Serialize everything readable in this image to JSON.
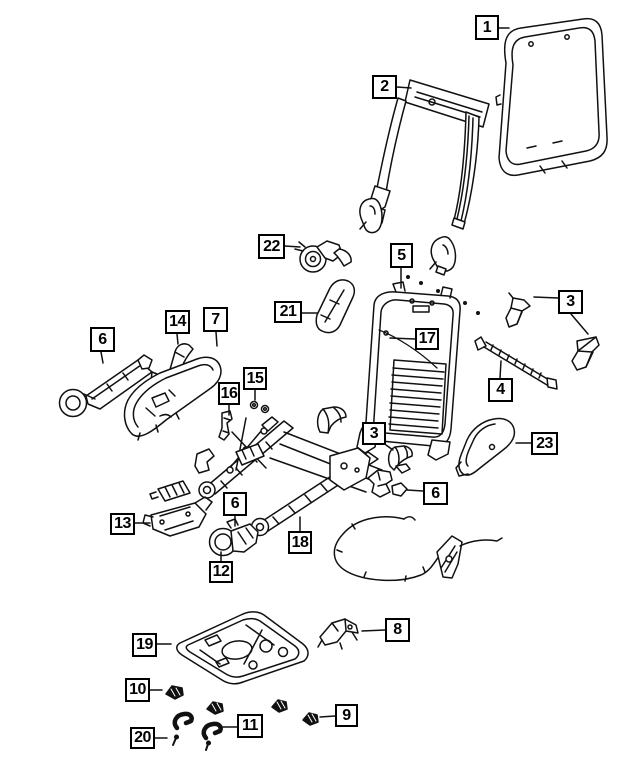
{
  "page": {
    "background": "#ffffff",
    "ink": "#111111",
    "box_border": "#000000"
  },
  "figure": {
    "kind": "exploded-parts-diagram"
  },
  "art_legend": {
    "1": "seat-back-trim-panel-art",
    "2": "seat-back-frame-upper-art",
    "3": "bracket-and-cover-art",
    "4": "crossbar-rod-art",
    "5": "seat-back-frame-art",
    "6": "support-bracket-art",
    "7": "side-trim-shield-art",
    "8": "mounting-bracket-art",
    "9": "cable-clip-art",
    "10": "retainer-clip-art",
    "11": "hook-bracket-art",
    "12": "recliner-handle-art",
    "13": "module-with-bracket-art",
    "14": "small-bracket-art",
    "15": "nuts-art",
    "16": "bracket-art",
    "17": "lumbar-wire-art",
    "18": "seat-adjuster-track-art",
    "19": "seat-cushion-pan-art",
    "20": "screw-art",
    "21": "side-shield-left-art",
    "22": "motor-actuator-art",
    "23": "side-shield-right-art"
  },
  "callouts": [
    {
      "id": "callout-1",
      "label": "1"
    },
    {
      "id": "callout-2",
      "label": "2"
    },
    {
      "id": "callout-22",
      "label": "22"
    },
    {
      "id": "callout-5",
      "label": "5"
    },
    {
      "id": "callout-21",
      "label": "21"
    },
    {
      "id": "callout-17",
      "label": "17"
    },
    {
      "id": "callout-3-upper-right",
      "label": "3"
    },
    {
      "id": "callout-4",
      "label": "4"
    },
    {
      "id": "callout-23",
      "label": "23"
    },
    {
      "id": "callout-6-left",
      "label": "6"
    },
    {
      "id": "callout-14",
      "label": "14"
    },
    {
      "id": "callout-7",
      "label": "7"
    },
    {
      "id": "callout-16",
      "label": "16"
    },
    {
      "id": "callout-15",
      "label": "15"
    },
    {
      "id": "callout-3-center",
      "label": "3"
    },
    {
      "id": "callout-6-center",
      "label": "6"
    },
    {
      "id": "callout-6-right",
      "label": "6"
    },
    {
      "id": "callout-13",
      "label": "13"
    },
    {
      "id": "callout-12",
      "label": "12"
    },
    {
      "id": "callout-18",
      "label": "18"
    },
    {
      "id": "callout-19",
      "label": "19"
    },
    {
      "id": "callout-8",
      "label": "8"
    },
    {
      "id": "callout-10",
      "label": "10"
    },
    {
      "id": "callout-9",
      "label": "9"
    },
    {
      "id": "callout-11",
      "label": "11"
    },
    {
      "id": "callout-20",
      "label": "20"
    }
  ]
}
